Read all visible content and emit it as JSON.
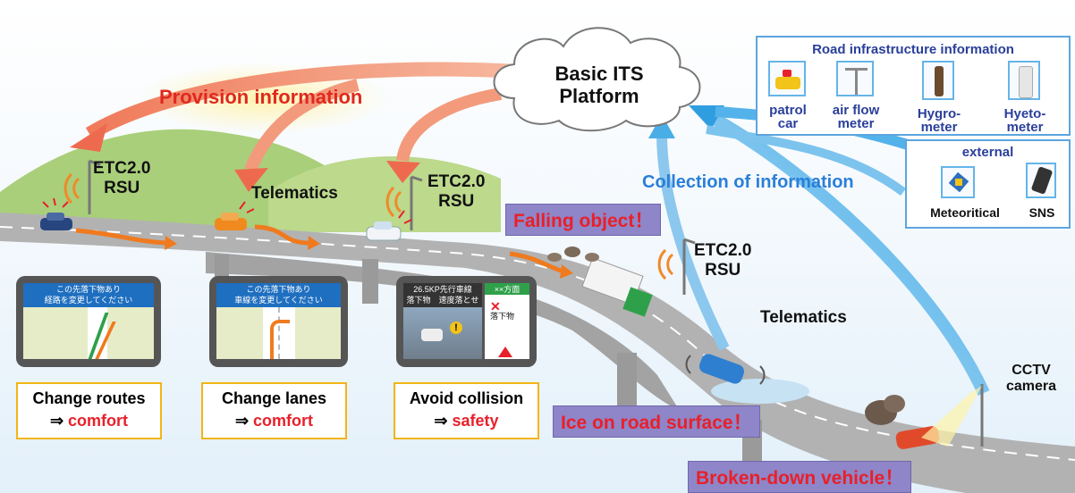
{
  "platform": {
    "line1": "Basic ITS",
    "line2": "Platform"
  },
  "arrows": {
    "provision": "Provision information",
    "collection": "Collection of information"
  },
  "roadside": {
    "rsu1": {
      "line1": "ETC2.0",
      "line2": "RSU"
    },
    "rsu2": {
      "line1": "ETC2.0",
      "line2": "RSU"
    },
    "rsu3": {
      "line1": "ETC2.0",
      "line2": "RSU"
    },
    "telematics1": "Telematics",
    "telematics2": "Telematics",
    "cctv": {
      "line1": "CCTV",
      "line2": "camera"
    }
  },
  "incidents": {
    "falling": "Falling object！",
    "ice": "Ice on road surface！",
    "broken": "Broken-down vehicle！"
  },
  "screens": [
    {
      "line1": "この先落下物あり",
      "line2": "経路を変更してください"
    },
    {
      "line1": "この先落下物あり",
      "line2": "車線を変更してください"
    },
    {
      "line1": "26.5KP先行車線",
      "line2": "落下物　速度落とせ",
      "sign": "××方面",
      "tag": "落下物"
    }
  ],
  "benefits": [
    {
      "line1": "Change routes",
      "line2": "comfort"
    },
    {
      "line1": "Change lanes",
      "line2": "comfort"
    },
    {
      "line1": "Avoid collision",
      "line2": "safety"
    }
  ],
  "benefit_arrow": "⇒",
  "infrastructure": {
    "title": "Road infrastructure information",
    "items": [
      {
        "l1": "patrol",
        "l2": "car",
        "icon": "patrol-car-icon"
      },
      {
        "l1": "air flow",
        "l2": "meter",
        "icon": "anemometer-icon"
      },
      {
        "l1": "Hygro-",
        "l2": "meter",
        "icon": "hygrometer-icon"
      },
      {
        "l1": "Hyeto-",
        "l2": "meter",
        "icon": "rain-gauge-icon"
      }
    ]
  },
  "external": {
    "title": "external",
    "items": [
      {
        "label": "Meteoritical",
        "icon": "satellite-icon"
      },
      {
        "label": "SNS",
        "icon": "smartphone-icon"
      }
    ]
  },
  "colors": {
    "provision": "#e0281e",
    "collection": "#2a7fd8",
    "incident_bg": "#8e86c9",
    "incident_text": "#e8202a",
    "benefit_border": "#f2b516",
    "panel_border": "#5da5de"
  }
}
